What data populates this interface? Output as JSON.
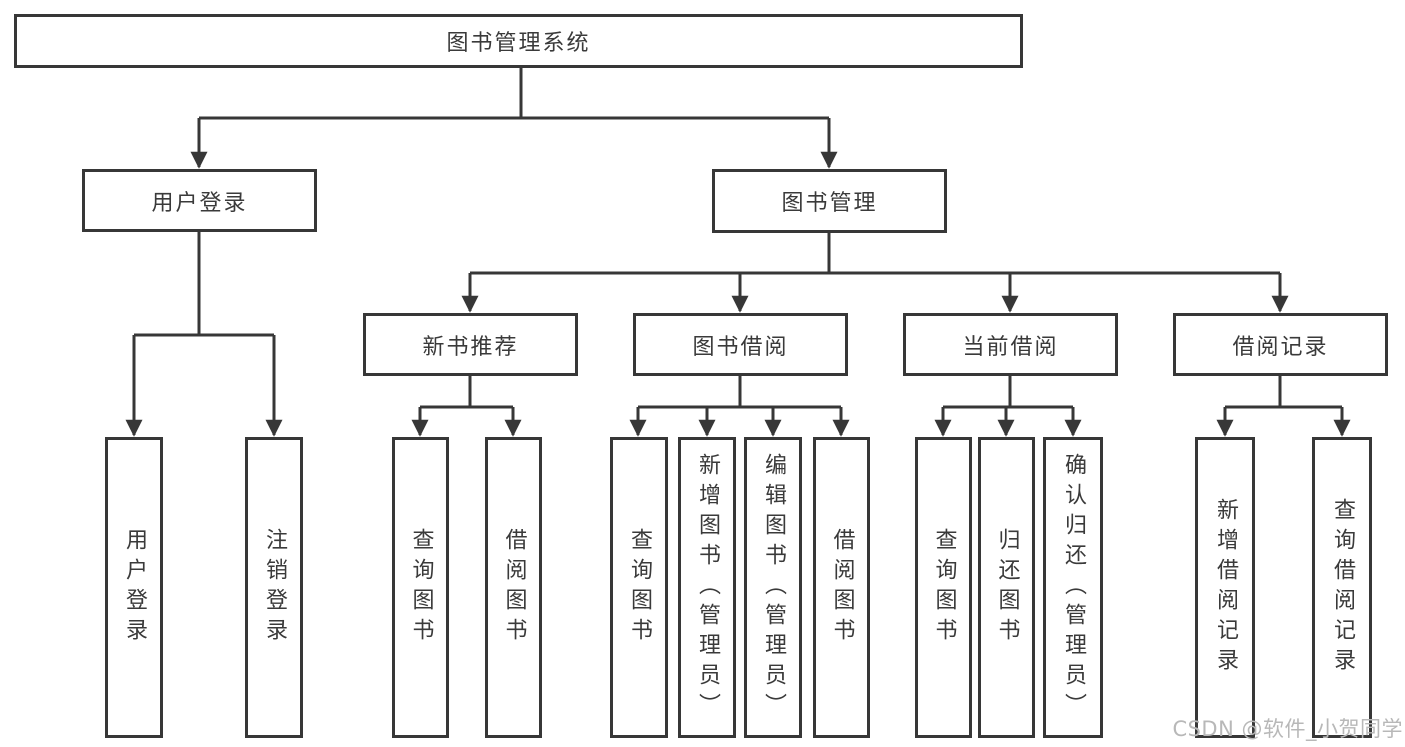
{
  "colors": {
    "line": "#373737",
    "text": "#3a3a3a",
    "watermark": "#b8b8b8",
    "background": "#ffffff"
  },
  "watermark": {
    "text": "CSDN @软件_小贺同学"
  },
  "tree": {
    "root": {
      "label": "图书管理系统",
      "children": [
        {
          "label": "用户登录",
          "children": [
            {
              "label": "用户登录"
            },
            {
              "label": "注销登录"
            }
          ]
        },
        {
          "label": "图书管理",
          "children": [
            {
              "label": "新书推荐",
              "children": [
                {
                  "label": "查询图书"
                },
                {
                  "label": "借阅图书"
                }
              ]
            },
            {
              "label": "图书借阅",
              "children": [
                {
                  "label": "查询图书"
                },
                {
                  "label": "新增图书（管理员）"
                },
                {
                  "label": "编辑图书（管理员）"
                },
                {
                  "label": "借阅图书"
                }
              ]
            },
            {
              "label": "当前借阅",
              "children": [
                {
                  "label": "查询图书"
                },
                {
                  "label": "归还图书"
                },
                {
                  "label": "确认归还（管理员）"
                }
              ]
            },
            {
              "label": "借阅记录",
              "children": [
                {
                  "label": "新增借阅记录"
                },
                {
                  "label": "查询借阅记录"
                }
              ]
            }
          ]
        }
      ]
    }
  }
}
